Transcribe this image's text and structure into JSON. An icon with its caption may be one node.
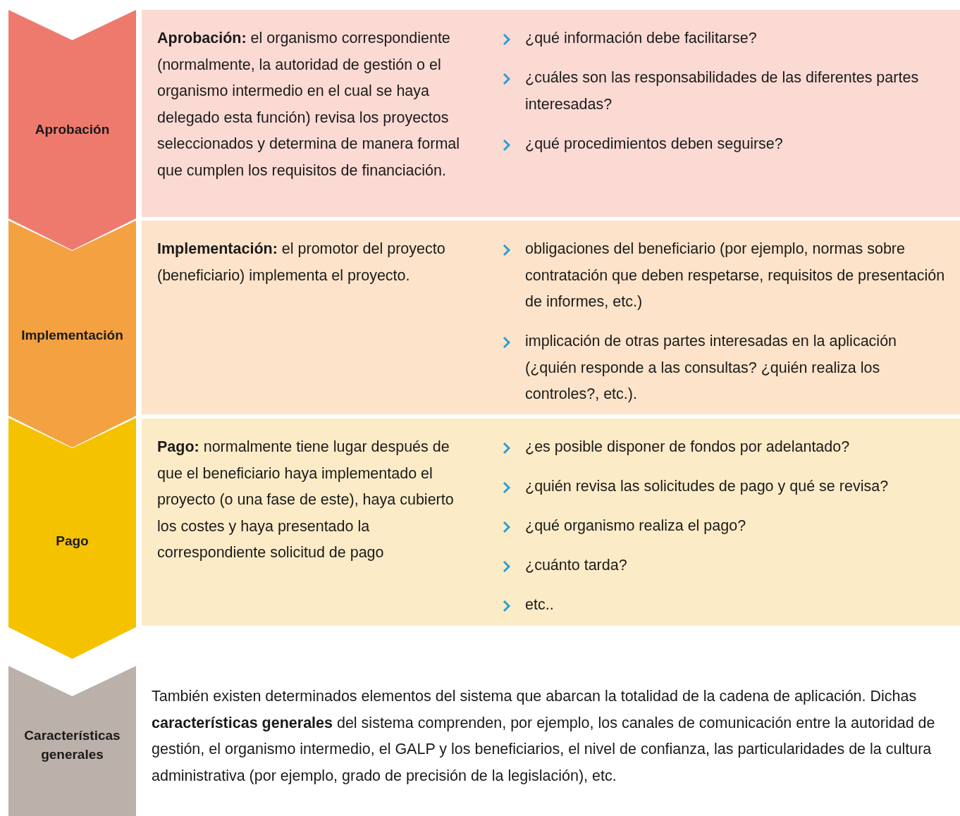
{
  "diagram": {
    "nodes": [
      {
        "text": [
          "Aprobación"
        ]
      },
      {
        "text": [
          "**Aprobación:** el organismo correspondiente (normalmente, la autoridad de gestión o el organismo intermedio en el cual se haya delegado esta función) revisa los proyectos seleccionados y determina de manera formal que cumplen los requisitos de financiación.",
          "¿qué información debe facilitarse?",
          "¿cuáles son las responsabilidades de las diferentes partes interesadas?",
          "¿qué procedimientos deben seguirse?"
        ]
      },
      {
        "text": [
          "Implementación"
        ]
      },
      {
        "text": [
          "**Implementación:** el promotor del proyecto (beneficiario) implementa el proyecto.",
          "obligaciones del beneficiario (por ejemplo, normas sobre contratación que deben respetarse, requisitos de presentación de informes, etc.)",
          "implicación de otras partes interesadas en la aplicación (¿quién responde a las consultas? ¿quién realiza los controles?, etc.)."
        ]
      },
      {
        "text": [
          "Pago"
        ]
      },
      {
        "text": [
          "**Pago:** normalmente tiene lugar después de que el beneficiario haya implementado el proyecto (o una fase de este), haya cubierto los costes y haya presentado la correspondiente solicitud de pago",
          "¿es posible disponer de fondos por adelantado?",
          "¿quién revisa las solicitudes de pago y qué se revisa?",
          "¿qué organismo realiza el pago?",
          "¿cuánto tarda?",
          "etc.."
        ]
      },
      {
        "text": [
          "Características generales"
        ]
      }
    ],
    "labels": [
      "También existen determinados elementos del sistema que abarcan la totalidad de la cadena de aplicación. Dichas **características generales** del sistema comprenden, por ejemplo, los canales de comunicación entre la autoridad de gestión, el organismo intermedio, el GALP y los beneficiarios, el nivel de confianza, las particularidades de la cultura administrativa (por ejemplo, grado de precisión de la legislación), etc."
    ]
  }
}
